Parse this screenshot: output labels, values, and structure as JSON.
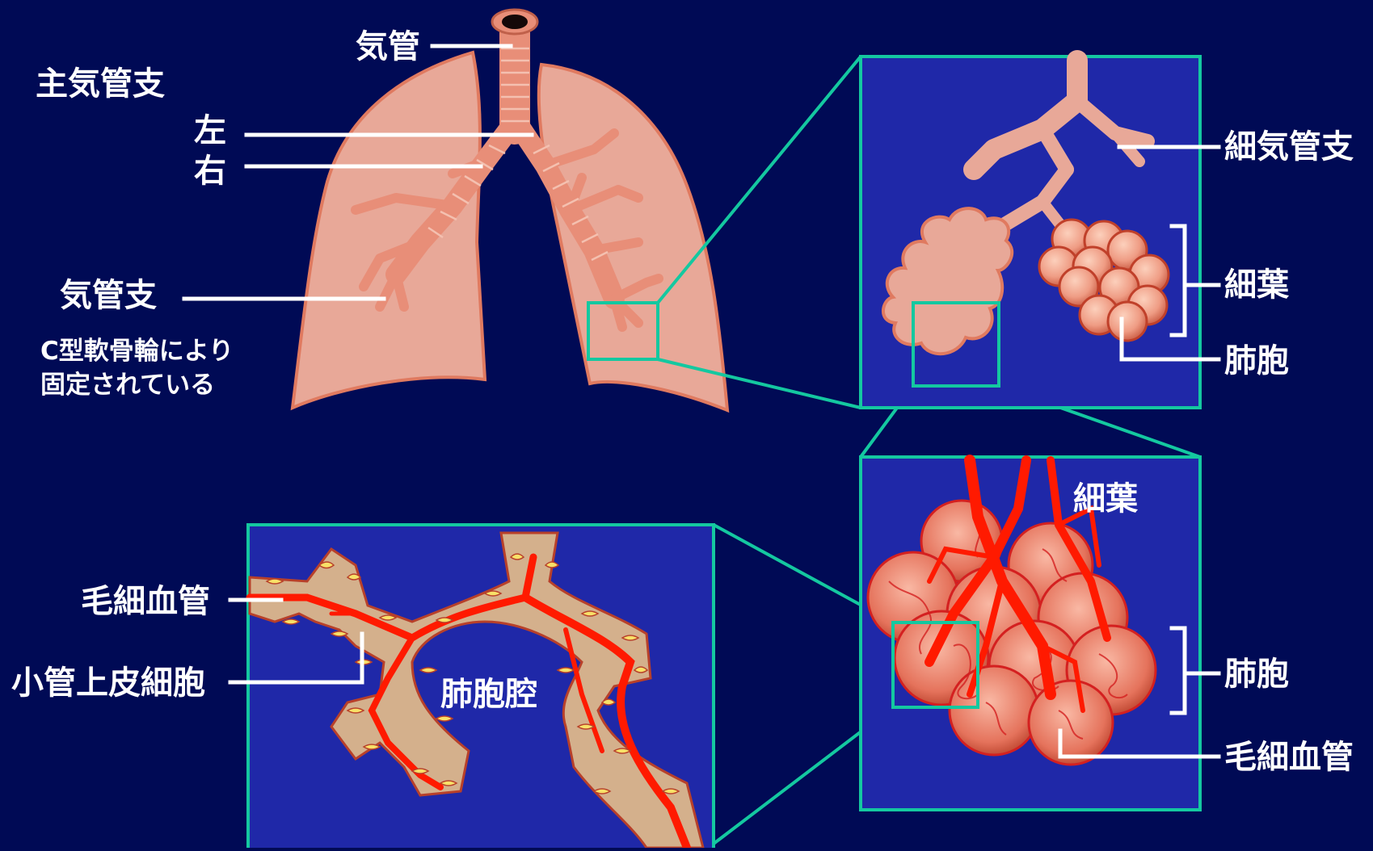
{
  "lung": {
    "trachea_label": "気管",
    "main_bronchus_label": "主気管支",
    "left_label": "左",
    "right_label": "右",
    "bronchus_label": "気管支",
    "note_line1": "C型軟骨輪により",
    "note_line2": "固定されている"
  },
  "lobule_inset": {
    "bronchiole_label": "細気管支",
    "lobule_label": "細葉",
    "alveolus_label": "肺胞"
  },
  "acinus_inset": {
    "title": "細葉",
    "alveolus_label": "肺胞",
    "capillary_label": "毛細血管"
  },
  "alveolar_wall_inset": {
    "capillary_label": "毛細血管",
    "epithelium_label": "小管上皮細胞",
    "lumen_label": "肺胞腔"
  },
  "colors": {
    "background": "#000a55",
    "inset_fill": "#1f28a8",
    "frame": "#14c8a0",
    "lung_fill": "#e8a898",
    "bronchus": "#e88e78",
    "vessel": "#ff1a00",
    "wall": "#d4b08c",
    "cell": "#f8e068"
  }
}
